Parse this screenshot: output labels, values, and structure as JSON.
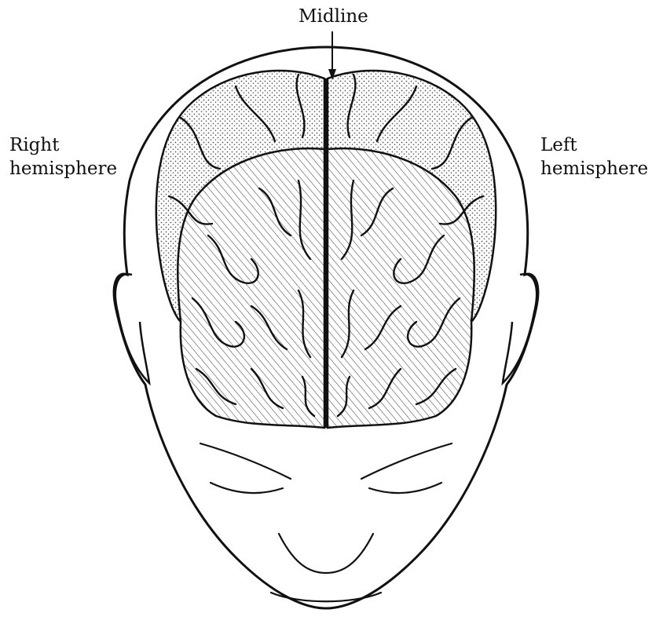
{
  "labels": {
    "midline": "Midline",
    "right_hemisphere": [
      "Right",
      "hemisphere"
    ],
    "left_hemisphere": [
      "Left",
      "hemisphere"
    ]
  },
  "colors": {
    "ink": "#111111",
    "frontal_stipple": "#d0d0d0",
    "hatch": "#555555",
    "background": "#ffffff"
  }
}
